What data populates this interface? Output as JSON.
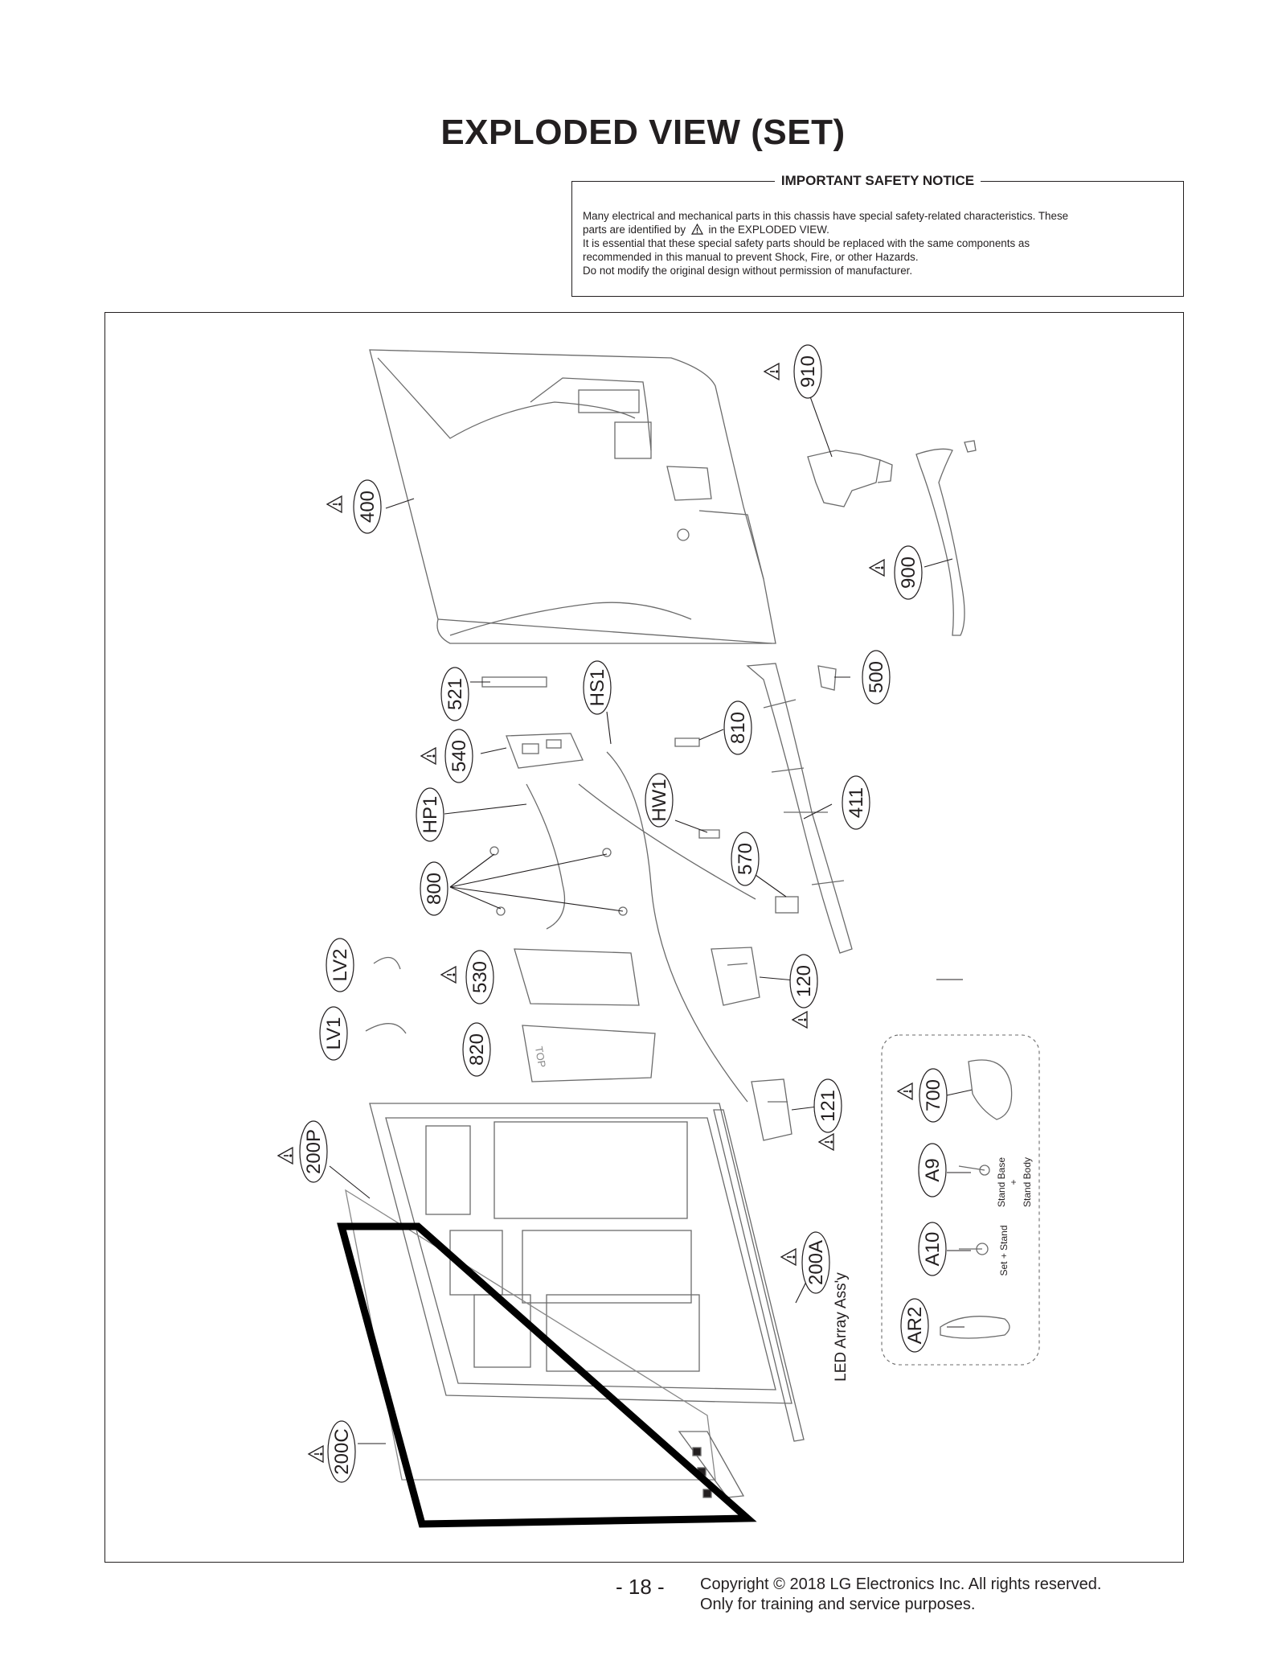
{
  "title": "EXPLODED VIEW (SET)",
  "notice": {
    "heading": "IMPORTANT SAFETY NOTICE",
    "line1": "Many electrical and mechanical parts in this chassis have special safety-related characteristics. These",
    "line2a": "parts are identified by",
    "line2b": "in the EXPLODED VIEW.",
    "line3": "It is essential that these special safety parts should be replaced with the same components as",
    "line4": "recommended in this manual to prevent Shock, Fire, or other Hazards.",
    "line5": "Do not modify the original design without permission of manufacturer."
  },
  "callouts": {
    "c910": "910",
    "c400": "400",
    "c900": "900",
    "c521": "521",
    "cHS1": "HS1",
    "c500": "500",
    "c540": "540",
    "c810": "810",
    "cHP1": "HP1",
    "cHW1": "HW1",
    "c411": "411",
    "c800": "800",
    "c570": "570",
    "cLV2": "LV2",
    "c530": "530",
    "c120": "120",
    "cLV1": "LV1",
    "c820": "820",
    "c700": "700",
    "c121": "121",
    "c200P": "200P",
    "cA9": "A9",
    "cA10": "A10",
    "c200A": "200A",
    "cAR2": "AR2",
    "c200C": "200C"
  },
  "labels": {
    "led_array": "LED Array Ass'y",
    "stand_base": "Stand Base",
    "plus": "+",
    "stand_body": "Stand Body",
    "set_stand": "Set + Stand",
    "top_mark": "TOP"
  },
  "footer": {
    "page": "- 18 -",
    "copyright": "Copyright © 2018 LG Electronics Inc. All rights reserved.",
    "purpose": "Only for training and service purposes."
  }
}
